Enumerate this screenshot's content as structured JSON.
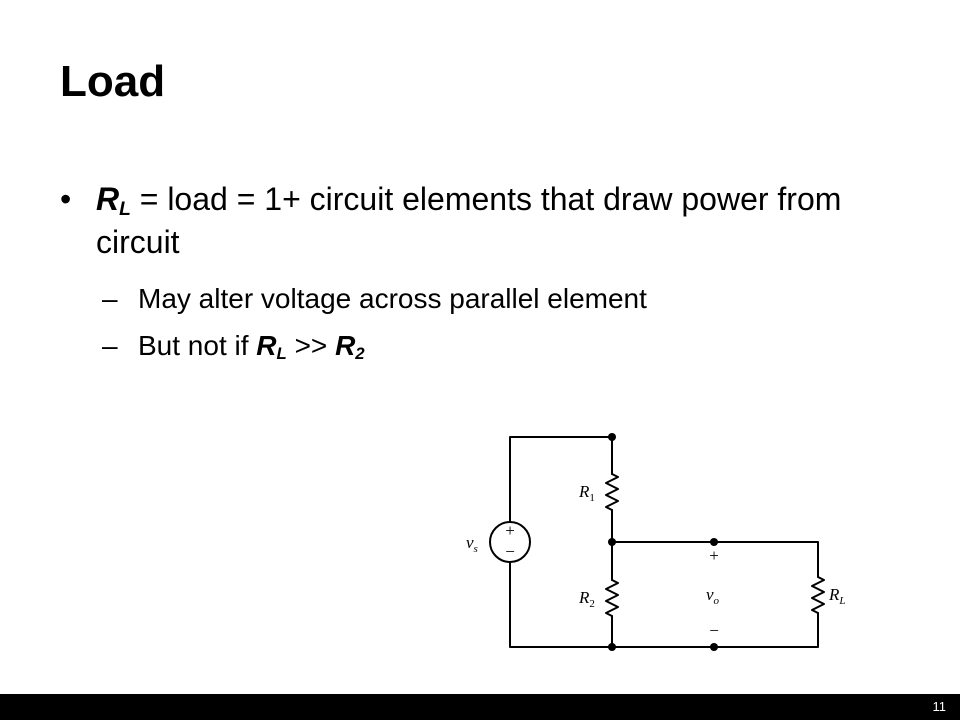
{
  "slide": {
    "title": "Load",
    "page_number": "11"
  },
  "bullets": {
    "main": {
      "symbol": "R",
      "subscript": "L",
      "text": " = load = 1+ circuit elements that draw power from circuit"
    },
    "sub1": {
      "text": "May alter voltage across parallel element"
    },
    "sub2": {
      "prefix": "But not if ",
      "sym_a": "R",
      "sub_a": "L",
      "middle": " >> ",
      "sym_b": "R",
      "sub_b": "2"
    }
  },
  "circuit": {
    "source_symbol": "v",
    "source_subscript": "s",
    "source_plus": "+",
    "source_minus": "−",
    "r1_symbol": "R",
    "r1_subscript": "1",
    "r2_symbol": "R",
    "r2_subscript": "2",
    "rl_symbol": "R",
    "rl_subscript": "L",
    "output_symbol": "v",
    "output_subscript": "o",
    "output_plus": "+",
    "output_minus": "−"
  }
}
